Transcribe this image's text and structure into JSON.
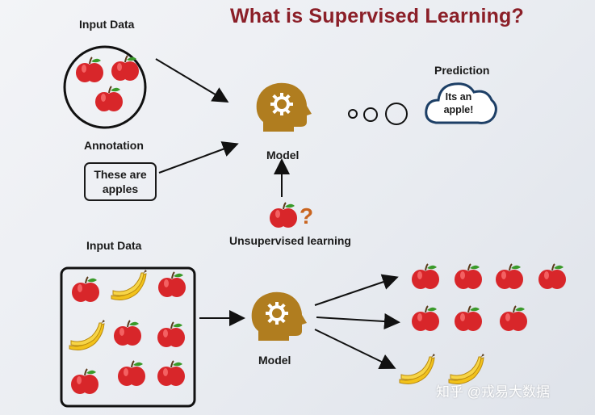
{
  "title": "What is Supervised Learning?",
  "top": {
    "input_label": "Input Data",
    "annotation_label": "Annotation",
    "annotation_text_line1": "These are",
    "annotation_text_line2": "apples",
    "model_label": "Model",
    "prediction_label": "Prediction",
    "prediction_text_line1": "Its an",
    "prediction_text_line2": "apple!",
    "unsupervised_label": "Unsupervised learning",
    "question_mark": "?"
  },
  "bottom": {
    "input_label": "Input Data",
    "model_label": "Model"
  },
  "watermark": "知乎 @戎易大数据",
  "colors": {
    "title": "#8b1f28",
    "apple": "#d8262a",
    "banana": "#f2c21b",
    "brain": "#b07d1f",
    "question": "#c9641f"
  },
  "icons": [
    "apple-icon",
    "banana-icon",
    "brain-gear-icon",
    "thought-bubble-icon",
    "cloud-icon",
    "arrow-icon"
  ]
}
